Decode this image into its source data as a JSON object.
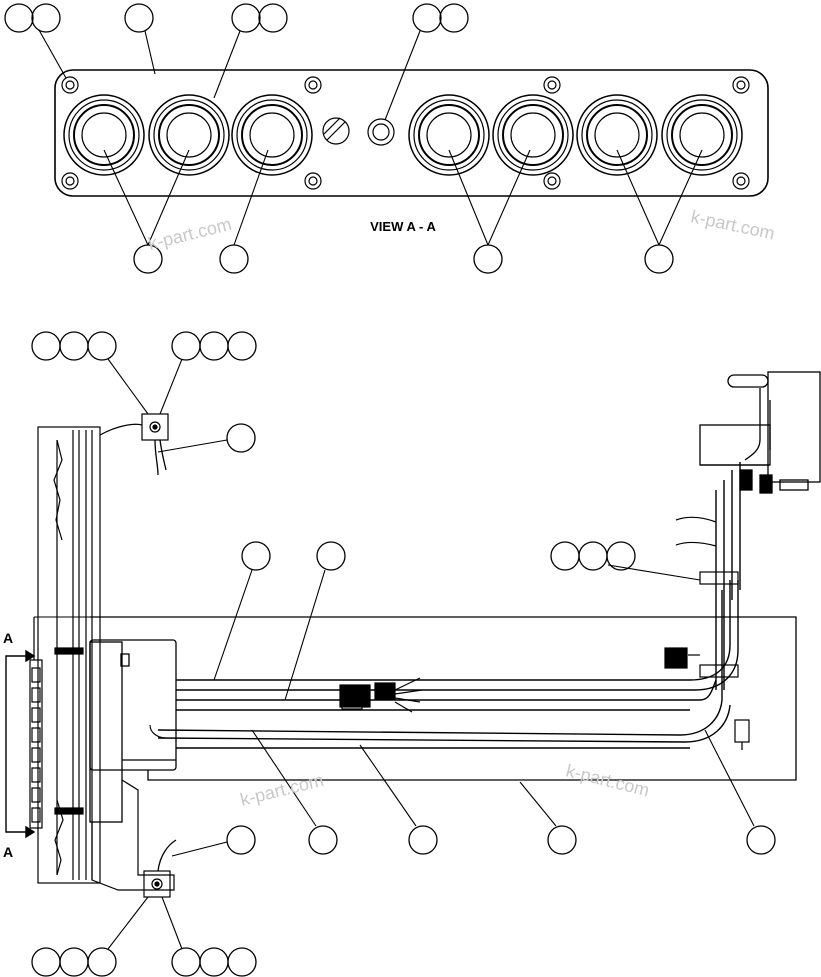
{
  "view_label": "VIEW A - A",
  "section_arrow_top": "A",
  "section_arrow_bottom": "A",
  "watermarks": [
    "k-part.com",
    "k-part.com",
    "k-part.com",
    "k-part.com"
  ],
  "colors": {
    "line": "#000000",
    "watermark": "#c8c8c8",
    "background": "#ffffff"
  }
}
